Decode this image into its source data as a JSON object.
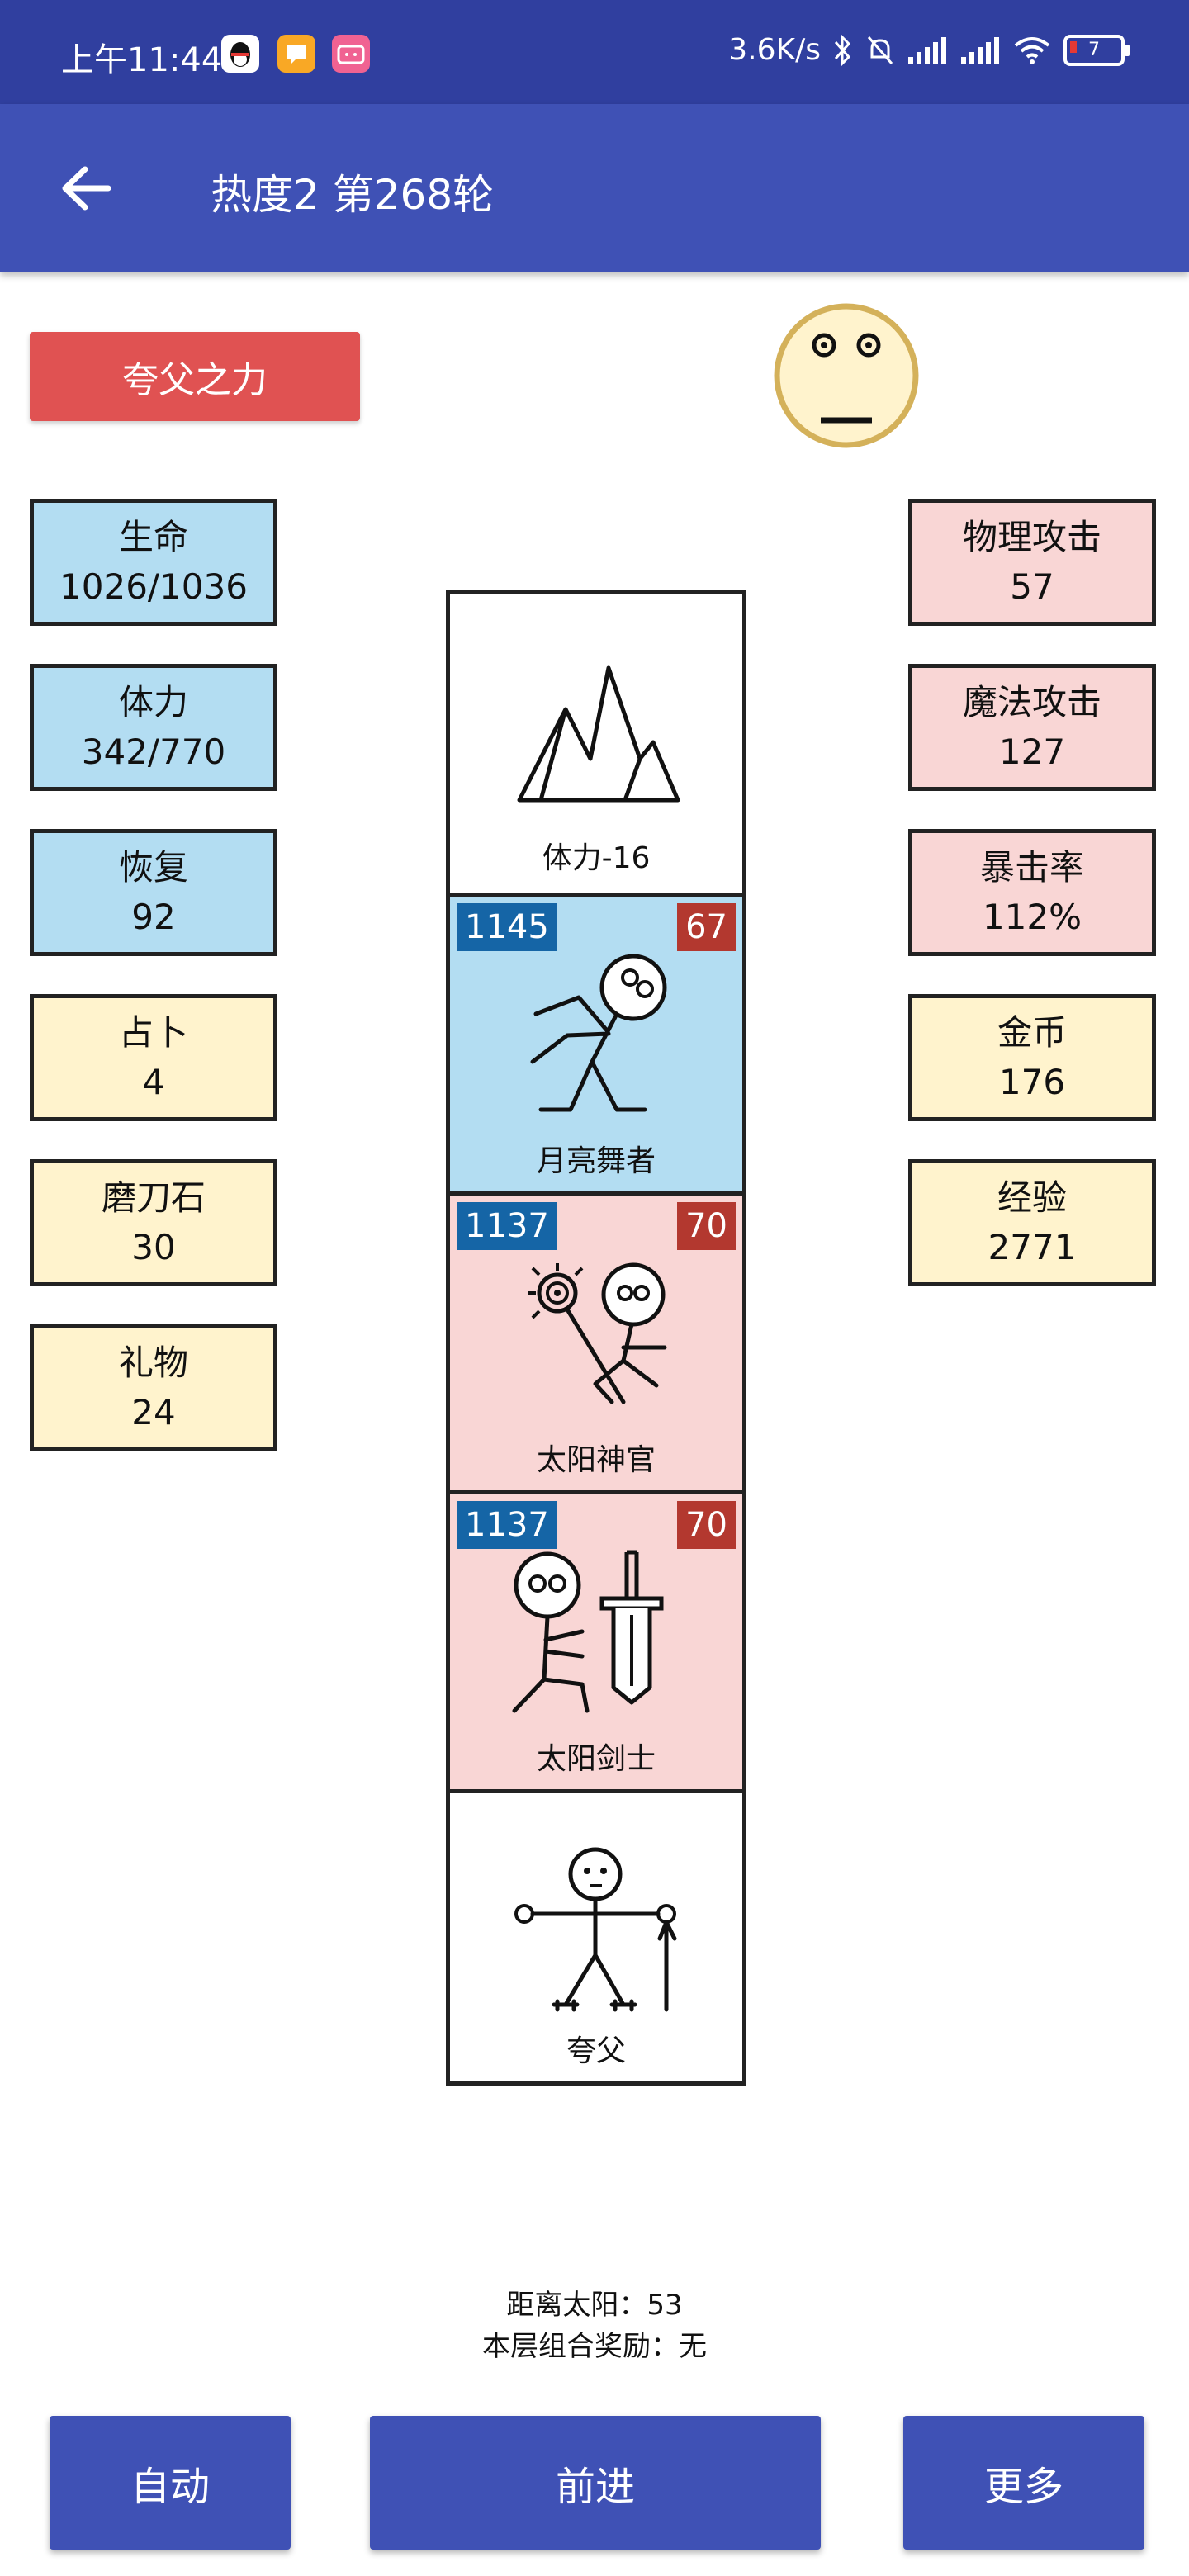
{
  "status_bar": {
    "time": "上午11:44",
    "network_speed": "3.6K/s",
    "battery": "7",
    "apps": [
      {
        "icon": "qq-icon",
        "color": "#ffffff"
      },
      {
        "icon": "message-icon",
        "color": "#F9A825"
      },
      {
        "icon": "bilibili-icon",
        "color": "#F06292"
      }
    ]
  },
  "app_bar": {
    "title": "热度2 第268轮"
  },
  "power_button": {
    "label": "夸父之力"
  },
  "left_stats": [
    {
      "label": "生命",
      "value": "1026/1036",
      "color": "blue"
    },
    {
      "label": "体力",
      "value": "342/770",
      "color": "blue"
    },
    {
      "label": "恢复",
      "value": "92",
      "color": "blue"
    },
    {
      "label": "占卜",
      "value": "4",
      "color": "yellow"
    },
    {
      "label": "磨刀石",
      "value": "30",
      "color": "yellow"
    },
    {
      "label": "礼物",
      "value": "24",
      "color": "yellow"
    }
  ],
  "right_stats": [
    {
      "label": "物理攻击",
      "value": "57",
      "color": "pink"
    },
    {
      "label": "魔法攻击",
      "value": "127",
      "color": "pink"
    },
    {
      "label": "暴击率",
      "value": "112%",
      "color": "pink"
    },
    {
      "label": "金币",
      "value": "176",
      "color": "yellow"
    },
    {
      "label": "经验",
      "value": "2771",
      "color": "yellow"
    }
  ],
  "tower": [
    {
      "name": "体力-16",
      "icon": "mountain-icon",
      "bg": "#FFFFFF"
    },
    {
      "name": "月亮舞者",
      "icon": "moon-dancer-icon",
      "bg": "#B3DDF2",
      "hp": "1145",
      "atk": "67"
    },
    {
      "name": "太阳神官",
      "icon": "sun-priest-icon",
      "bg": "#F9D6D5",
      "hp": "1137",
      "atk": "70"
    },
    {
      "name": "太阳剑士",
      "icon": "sun-swordsman-icon",
      "bg": "#F9D6D5",
      "hp": "1137",
      "atk": "70"
    },
    {
      "name": "夸父",
      "icon": "kuafu-icon",
      "bg": "#FFFFFF"
    }
  ],
  "info": {
    "distance": "距离太阳：53",
    "combo_reward": "本层组合奖励：无"
  },
  "buttons": {
    "auto": "自动",
    "forward": "前进",
    "more": "更多"
  },
  "colors": {
    "primary": "#3F51B5",
    "primary_dark": "#303F9F",
    "accent_red": "#E05252",
    "stat_blue": "#B3DDF2",
    "stat_yellow": "#FFF3CD",
    "stat_pink": "#F9D6D5",
    "hp_badge": "#1565A6",
    "atk_badge": "#B3382F"
  }
}
